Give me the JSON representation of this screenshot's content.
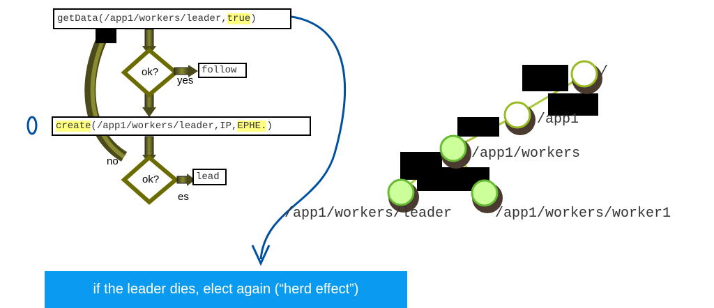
{
  "flow": {
    "getdata": {
      "pre": "getData(/app1/workers/leader,",
      "hl": "true",
      "post": ")"
    },
    "decision1": "ok?",
    "follow": "follow",
    "yes1": "yes",
    "create": {
      "hl": "create",
      "body": "(/app1/workers/leader,IP,",
      "hl2": "EPHE.",
      "post": ")"
    },
    "no": "no",
    "decision2": "ok?",
    "lead": "lead",
    "yes2": "es"
  },
  "tree": {
    "root": "/",
    "app1": "/app1",
    "workers": "/app1/workers",
    "leader": "/app1/workers/leader",
    "worker1": "/app1/workers/worker1"
  },
  "banner": "if the leader dies, elect again (“herd effect”)",
  "colors": {
    "accent_blue": "#0a9bf0",
    "highlight_yellow": "#ffff80",
    "node_green": "#ccff99",
    "node_border": "#99cc33",
    "arrow_olive": "#6b6b00",
    "curve_blue": "#0050a0"
  }
}
